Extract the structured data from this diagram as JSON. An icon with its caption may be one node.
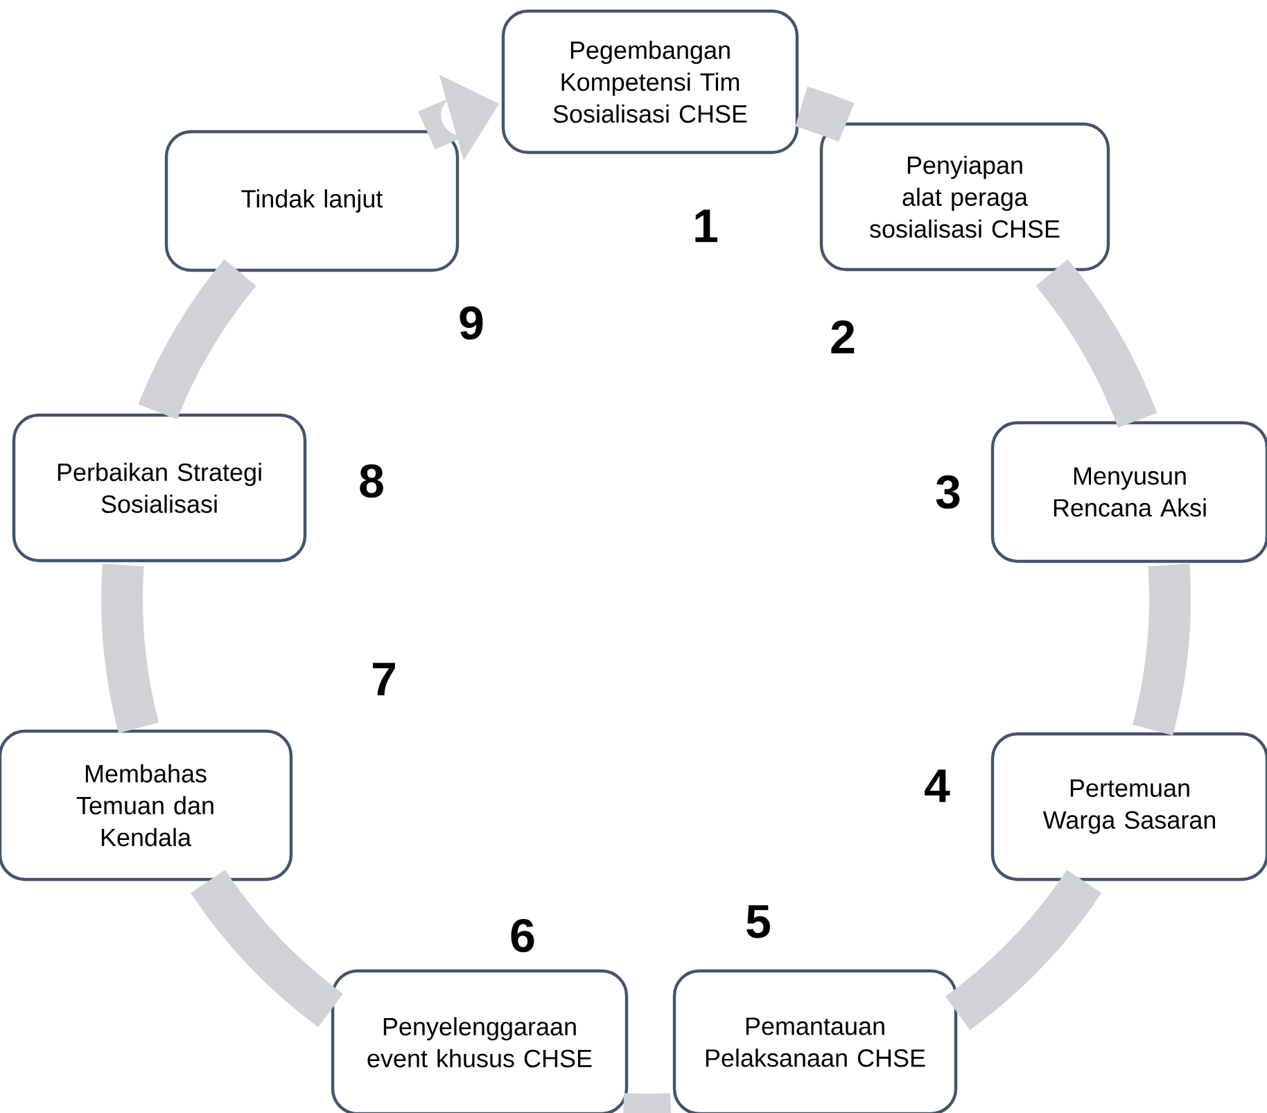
{
  "diagram": {
    "nodes": [
      {
        "text": [
          "Pegembangan Kompetensi Tim Sosialisasi CHSE"
        ]
      },
      {
        "text": [
          "Penyiapan alat peraga sosialisasi CHSE"
        ]
      },
      {
        "text": [
          "Menyusun Rencana Aksi"
        ]
      },
      {
        "text": [
          "Pertemuan Warga Sasaran"
        ]
      },
      {
        "text": [
          "Pemantauan Pelaksanaan CHSE"
        ]
      },
      {
        "text": [
          "Penyelenggaraan event khusus CHSE"
        ]
      },
      {
        "text": [
          "Membahas Temuan dan Kendala"
        ]
      },
      {
        "text": [
          "Perbaikan Strategi Sosialisasi"
        ]
      },
      {
        "text": [
          "Tindak lanjut"
        ]
      }
    ],
    "edges": [
      {
        "from": 0,
        "to": 1,
        "arrow": "none"
      },
      {
        "from": 1,
        "to": 2,
        "arrow": "none"
      },
      {
        "from": 2,
        "to": 3,
        "arrow": "none"
      },
      {
        "from": 3,
        "to": 4,
        "arrow": "none"
      },
      {
        "from": 4,
        "to": 5,
        "arrow": "none"
      },
      {
        "from": 5,
        "to": 6,
        "arrow": "none"
      },
      {
        "from": 6,
        "to": 7,
        "arrow": "none"
      },
      {
        "from": 7,
        "to": 8,
        "arrow": "none"
      },
      {
        "from": 8,
        "to": 0,
        "arrow": "to"
      }
    ],
    "labels": [
      "1",
      "2",
      "3",
      "4",
      "5",
      "6",
      "7",
      "8",
      "9"
    ]
  }
}
